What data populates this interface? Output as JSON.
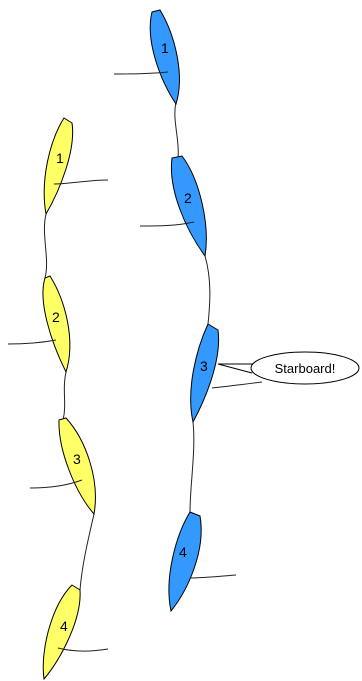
{
  "colors": {
    "yellow_boat": "#ffff66",
    "blue_boat": "#3399ff",
    "outline": "#000000"
  },
  "yellow": {
    "positions": [
      {
        "label": "1"
      },
      {
        "label": "2"
      },
      {
        "label": "3"
      },
      {
        "label": "4"
      }
    ]
  },
  "blue": {
    "positions": [
      {
        "label": "1"
      },
      {
        "label": "2"
      },
      {
        "label": "3"
      },
      {
        "label": "4"
      }
    ]
  },
  "callout": {
    "text": "Starboard!"
  }
}
